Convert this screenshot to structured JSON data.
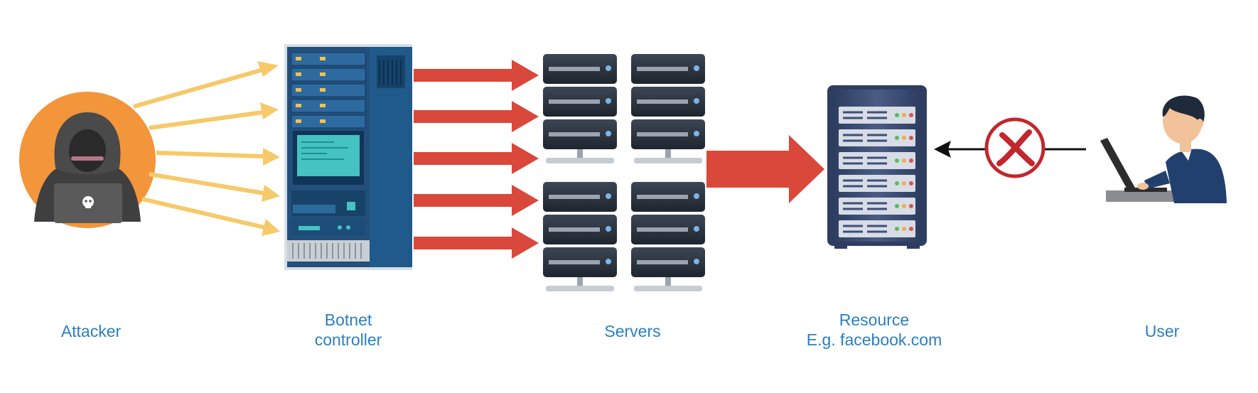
{
  "labels": {
    "attacker": "Attacker",
    "botnet_line1": "Botnet",
    "botnet_line2": "controller",
    "servers": "Servers",
    "resource_line1": "Resource",
    "resource_line2": "E.g. facebook.com",
    "user": "User"
  },
  "colors": {
    "label_text": "#2a7fc0",
    "attack_arrow_yellow": "#f6c96a",
    "attack_arrow_red": "#d9483a",
    "attacker_circle": "#f3953b",
    "hoodie": "#4a4a4a",
    "botnet_rack": "#1f5a8a",
    "server_unit": "#2b3440",
    "resource_rack": "#3e4f78",
    "blocked_symbol": "#c1272d",
    "user_shirt": "#22406e"
  },
  "icons": {
    "attacker": "hooded-hacker-icon",
    "botnet": "server-rack-icon",
    "servers": "server-stack-icon",
    "resource": "server-rack-icon",
    "user": "laptop-user-icon",
    "blocked": "blocked-x-icon"
  },
  "diagram": {
    "attacker_to_botnet_arrows": 5,
    "botnet_to_servers_arrows": 5,
    "server_stacks": 4,
    "request_blocked": true
  }
}
